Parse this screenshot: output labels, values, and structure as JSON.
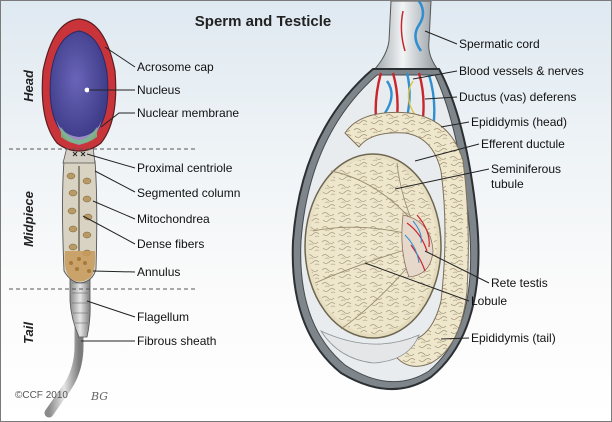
{
  "title": "Sperm and Testicle",
  "regions": {
    "head": "Head",
    "midpiece": "Midpiece",
    "tail": "Tail"
  },
  "sperm_labels": {
    "acrosome_cap": "Acrosome cap",
    "nucleus": "Nucleus",
    "nuclear_membrane": "Nuclear membrane",
    "proximal_centriole": "Proximal centriole",
    "segmented_column": "Segmented column",
    "mitochondrea": "Mitochondrea",
    "dense_fibers": "Dense fibers",
    "annulus": "Annulus",
    "flagellum": "Flagellum",
    "fibrous_sheath": "Fibrous sheath"
  },
  "testicle_labels": {
    "spermatic_cord": "Spermatic cord",
    "blood_vessels_nerves": "Blood vessels & nerves",
    "ductus_deferens": "Ductus (vas) deferens",
    "epididymis_head": "Epididymis (head)",
    "efferent_ductule": "Efferent ductule",
    "seminiferous_line1": "Seminiferous",
    "seminiferous_line2": "tubule",
    "rete_testis": "Rete testis",
    "lobule": "Lobule",
    "epididymis_tail": "Epididymis (tail)"
  },
  "credits": {
    "copyright": "©CCF 2010",
    "signature": "BG"
  },
  "colors": {
    "acrosome": "#c8343a",
    "nucleus": "#4a4aa0",
    "membrane": "#9b8ac4",
    "artery": "#c8262c",
    "vein": "#2f8fd0",
    "tubule": "#ece3c6",
    "capsule": "#3a3d40"
  }
}
